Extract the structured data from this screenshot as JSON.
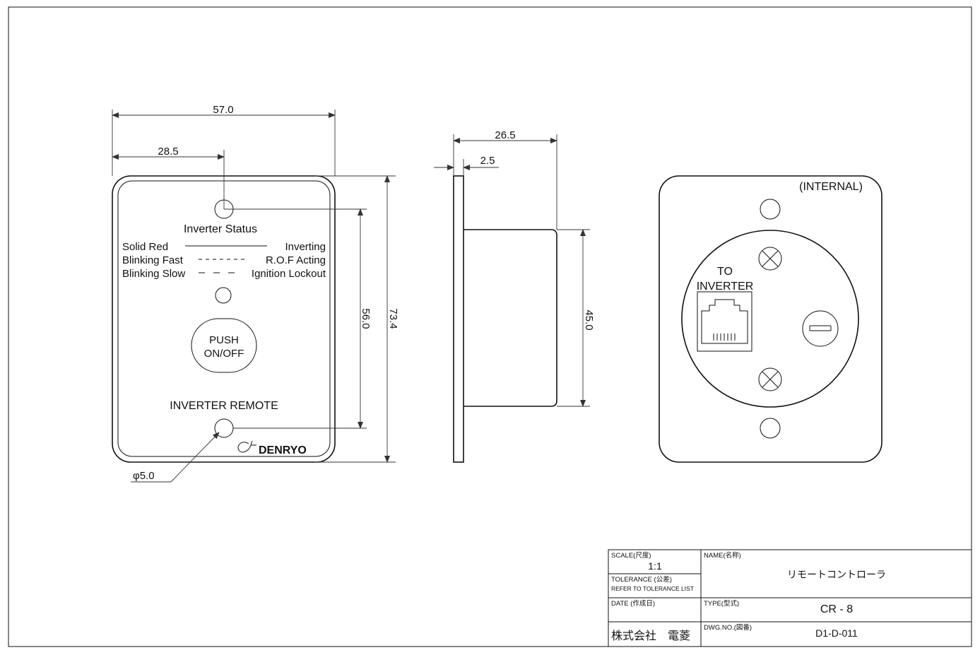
{
  "front_view": {
    "dim_width": "57.0",
    "dim_half_width": "28.5",
    "dim_led_to_hole": "56.0",
    "dim_height": "73.4",
    "dim_hole": "φ5.0",
    "status_title": "Inverter Status",
    "legend": [
      {
        "left": "Solid Red",
        "right": "Inverting"
      },
      {
        "left": "Blinking Fast",
        "right": "R.O.F Acting"
      },
      {
        "left": "Blinking Slow",
        "right": "Ignition Lockout"
      }
    ],
    "button_line1": "PUSH",
    "button_line2": "ON/OFF",
    "panel_label": "INVERTER REMOTE",
    "brand": "DENRYO"
  },
  "side_view": {
    "dim_depth": "26.5",
    "dim_plate": "2.5",
    "dim_body": "45.0"
  },
  "rear_view": {
    "label": "(INTERNAL)",
    "port_line1": "TO",
    "port_line2": "INVERTER"
  },
  "title_block": {
    "scale_label": "SCALE(尺度)",
    "scale_value": "1:1",
    "tolerance_label": "TOLERANCE (公差)",
    "tolerance_value": "REFER TO TOLERANCE LIST",
    "date_label": "DATE (作成日)",
    "company": "株式会社　電菱",
    "name_label": "NAME(名称)",
    "name_value": "リモートコントローラ",
    "type_label": "TYPE(型式)",
    "type_value": "CR - 8",
    "dwg_label": "DWG.NO.(図番)",
    "dwg_value": "D1-D-011"
  }
}
